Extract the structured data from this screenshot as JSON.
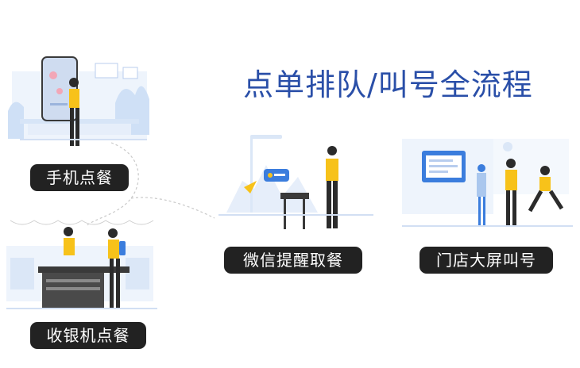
{
  "title": "点单排队/叫号全流程",
  "steps": [
    {
      "label": "手机点餐"
    },
    {
      "label": "收银机点餐"
    },
    {
      "label": "微信提醒取餐"
    },
    {
      "label": "门店大屏叫号"
    }
  ],
  "colors": {
    "title": "#2a4fa8",
    "pill_bg": "#222222",
    "pill_text": "#ffffff",
    "accent_yellow": "#f7c21a",
    "accent_blue": "#3b7ddd",
    "light_blue": "#dce8f8"
  }
}
